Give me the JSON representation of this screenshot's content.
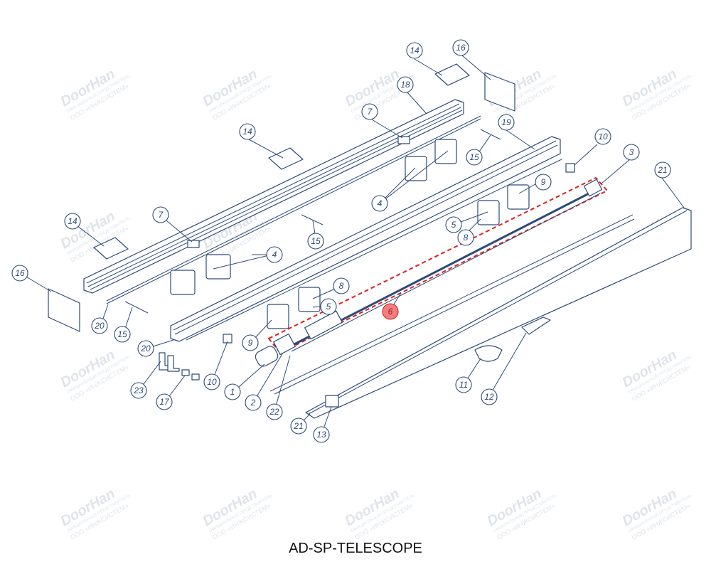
{
  "diagram": {
    "title": "AD-SP-TELESCOPE",
    "watermark": {
      "brand": "DoorHan",
      "line1": "ОФИЦИАЛЬНЫЙ ПРЕДСТАВИТЕЛЬ",
      "line2": "ООО «ИНЖСИСТЕМ»"
    },
    "callouts": [
      "14",
      "16",
      "18",
      "7",
      "14",
      "19",
      "10",
      "3",
      "21",
      "15",
      "4",
      "9",
      "5",
      "8",
      "14",
      "7",
      "4",
      "15",
      "16",
      "20",
      "15",
      "9",
      "8",
      "5",
      "6",
      "20",
      "10",
      "23",
      "17",
      "1",
      "2",
      "22",
      "21",
      "13",
      "11",
      "12"
    ],
    "highlighted": "6",
    "colors": {
      "line": "#2d4a7a",
      "highlight": "#e02020",
      "watermark": "#dfe4ea"
    }
  }
}
